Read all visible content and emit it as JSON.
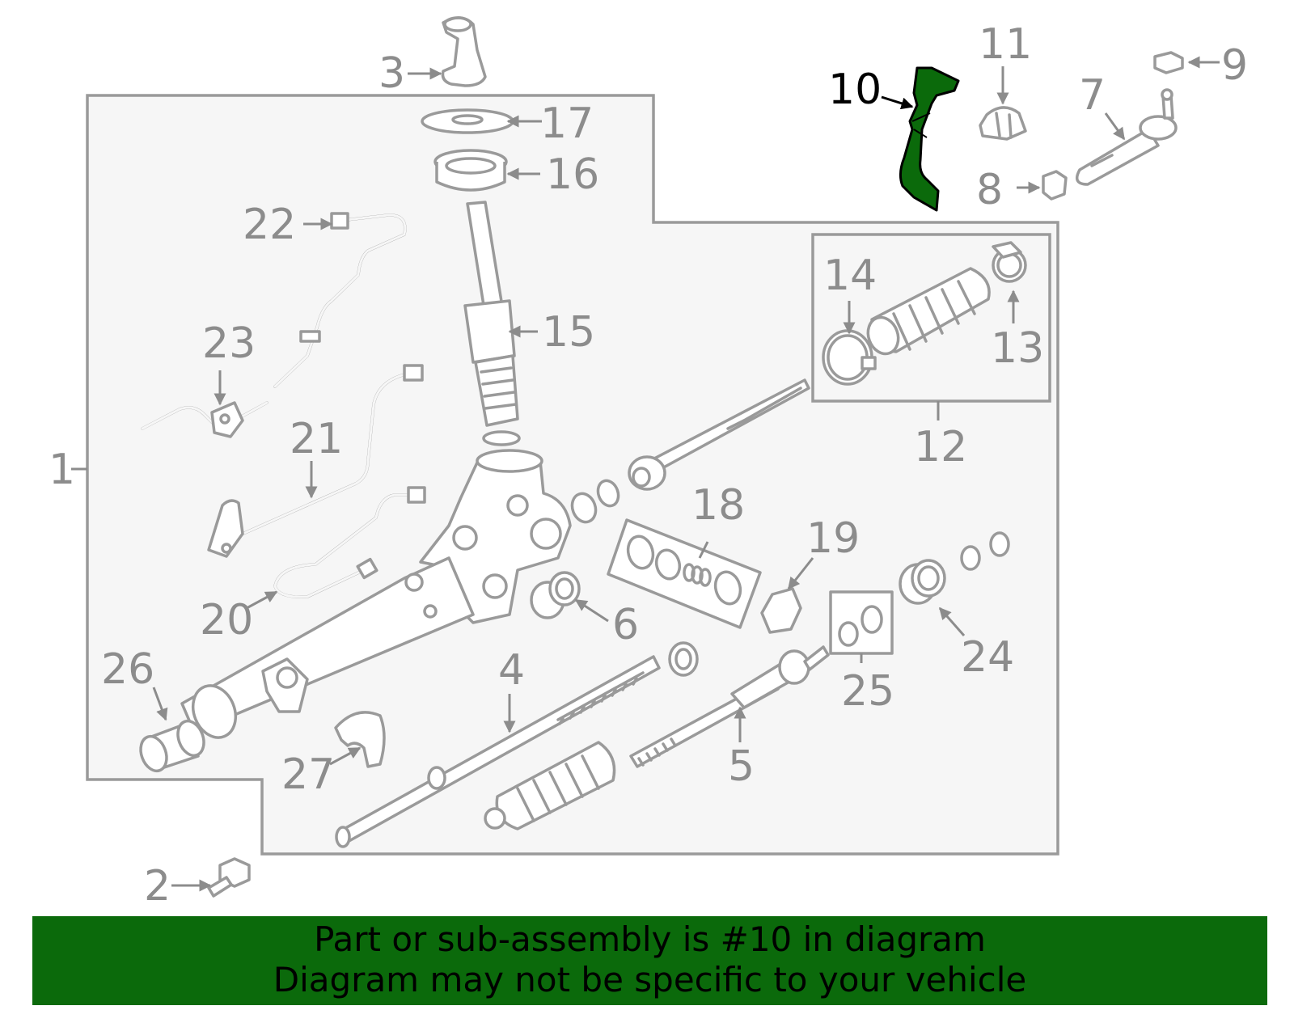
{
  "highlight_color": "#0b6a0b",
  "highlighted_part": "10",
  "callouts": [
    {
      "id": "c1",
      "num": "1"
    },
    {
      "id": "c2",
      "num": "2"
    },
    {
      "id": "c3",
      "num": "3"
    },
    {
      "id": "c4",
      "num": "4"
    },
    {
      "id": "c5",
      "num": "5"
    },
    {
      "id": "c6",
      "num": "6"
    },
    {
      "id": "c7",
      "num": "7"
    },
    {
      "id": "c8",
      "num": "8"
    },
    {
      "id": "c9",
      "num": "9"
    },
    {
      "id": "c10",
      "num": "10"
    },
    {
      "id": "c11",
      "num": "11"
    },
    {
      "id": "c12",
      "num": "12"
    },
    {
      "id": "c13",
      "num": "13"
    },
    {
      "id": "c14",
      "num": "14"
    },
    {
      "id": "c15",
      "num": "15"
    },
    {
      "id": "c16",
      "num": "16"
    },
    {
      "id": "c17",
      "num": "17"
    },
    {
      "id": "c18",
      "num": "18"
    },
    {
      "id": "c19",
      "num": "19"
    },
    {
      "id": "c20",
      "num": "20"
    },
    {
      "id": "c21",
      "num": "21"
    },
    {
      "id": "c22",
      "num": "22"
    },
    {
      "id": "c23",
      "num": "23"
    },
    {
      "id": "c24",
      "num": "24"
    },
    {
      "id": "c25",
      "num": "25"
    },
    {
      "id": "c26",
      "num": "26"
    },
    {
      "id": "c27",
      "num": "27"
    }
  ],
  "banner": {
    "line1": "Part or sub-assembly is #10 in diagram",
    "line2": "Diagram may not be specific to your vehicle"
  }
}
